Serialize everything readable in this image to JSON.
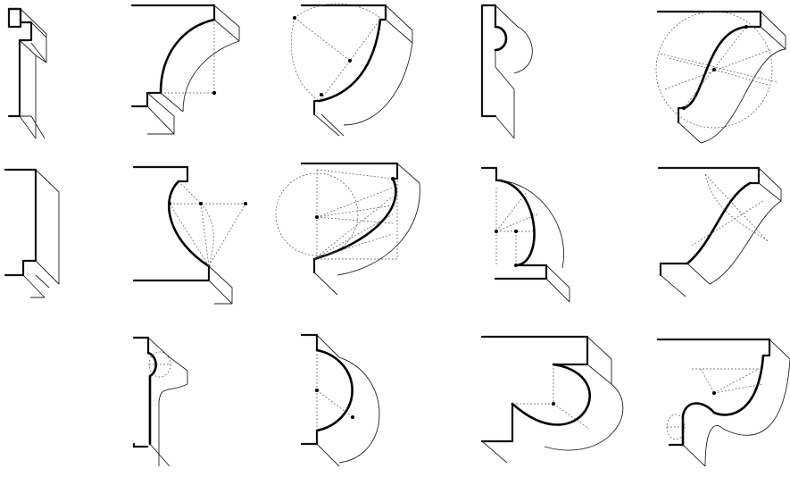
{
  "sheet": {
    "rows": [
      [
        "listel-fillet",
        "cavetto",
        "scotia-construction",
        "bead",
        "cyma-recta-circle-construction"
      ],
      [
        "plain-fascia",
        "cavetto-construction",
        "ellipse-construction",
        "ovolo-construction",
        "cyma-reversa"
      ],
      [
        "torus-on-fillet",
        "quarter-round",
        "large-ovolo",
        "cyma-with-bead"
      ]
    ],
    "colors": {
      "ink": "#000000",
      "construction": "#555555",
      "paper": "#ffffff"
    }
  }
}
